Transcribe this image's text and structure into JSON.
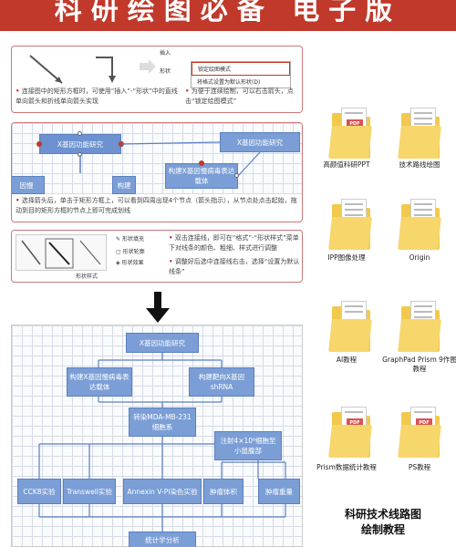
{
  "banner": {
    "title": "科研绘图必备 电子版"
  },
  "panel1": {
    "ribbon_tabs": [
      "插入",
      "形状"
    ],
    "menu": [
      "锁定绘图模式",
      "将格式设置为默认形状(D)"
    ],
    "note_left": "连接图中的矩形方框时，可使用“插入”-“形状”中的直线单向箭头和折线单向箭头实现",
    "note_right": "为便于连续绘制，可以右击箭头，点击“锁定绘图模式”"
  },
  "panel2": {
    "box_top": "X基因功能研究",
    "box_right": "X基因功能研究",
    "box_mid": "构建X基因慢病毒表达载体",
    "box_left_partial": "因慢",
    "box_right_partial": "构建",
    "note": "选择箭头后，单击于矩形方框上，可以看到四周出现4个节点（箭头指示），从节点处点击起始，拖动到目的矩形方框的节点上即可完成划线"
  },
  "panel3": {
    "shape_styles_label": "形状样式",
    "options": [
      "形状轮廓",
      "形状效果"
    ],
    "fill_label": "形状填充",
    "note_1": "双击连接线，即可在“格式”-“形状样式”菜单下对线条的颜色、粗细、样式进行调整",
    "note_2": "调整好后选中连接线右击，选择“设置为默认线条”"
  },
  "flowchart": {
    "n1": "X基因功能研究",
    "n2": "构建X基因慢病毒表达载体",
    "n3": "构建靶向X基因shRNA",
    "n4": "转染MDA-MB-231细胞系",
    "n5": "注射4×10⁶细胞至小鼠腹部",
    "n6": "CCK8实验",
    "n7": "Transwell实验",
    "n8": "Annexin V-PI染色实验",
    "n9": "肿瘤体积",
    "n10": "肿瘤重量",
    "n11": "统计学分析"
  },
  "sidebar": {
    "items": [
      "高颜值科研PPT",
      "技术路线绘图",
      "IPP图像处理",
      "Origin",
      "AI教程",
      "GraphPad Prism 9作图教程",
      "Prism数据统计教程",
      "PS教程"
    ],
    "footer_line1": "科研技术线路图",
    "footer_line2": "绘制教程"
  },
  "colors": {
    "accent": "#c0392b",
    "box_fill": "#7b9ed6",
    "folder": "#f2c94c"
  }
}
